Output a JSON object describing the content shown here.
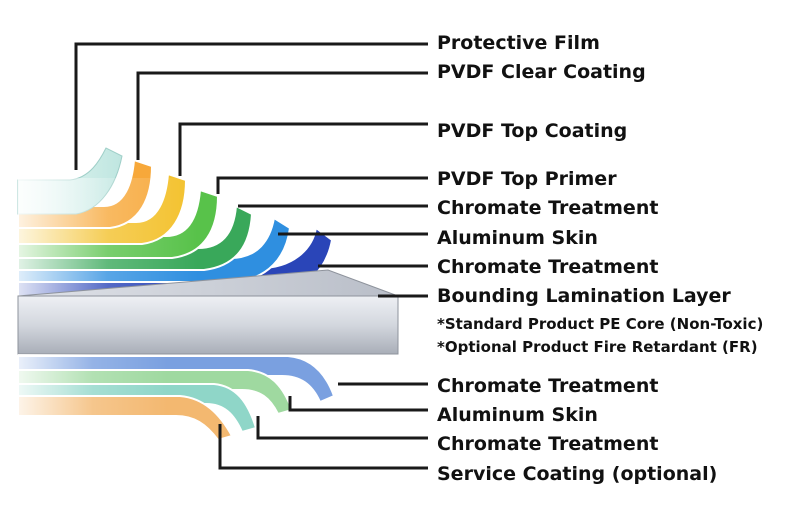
{
  "colors": {
    "protective_film": "#cdeee8",
    "pvdf_clear": "#f7a83a",
    "pvdf_top": "#f3c12c",
    "pvdf_primer": "#58c24a",
    "chromate_upper": "#39a85a",
    "aluminum_skin_upper": "#2f8fe0",
    "chromate_upper_2": "#2a45b8",
    "core": "#c9cdd6",
    "lower_chromate": "#7aa0e0",
    "lower_aluminum": "#9fd9a0",
    "lower_chromate_2": "#8fd6c8",
    "service_coating": "#f3b870",
    "leader_line": "#1a1a1a"
  },
  "labels": [
    "Protective Film",
    "PVDF Clear Coating",
    "PVDF Top Coating",
    "PVDF Top Primer",
    "Chromate Treatment",
    "Aluminum Skin",
    "Chromate Treatment",
    "Bounding Lamination Layer",
    "*Standard Product PE Core (Non-Toxic)",
    "*Optional Product Fire Retardant (FR)",
    "Chromate Treatment",
    "Aluminum Skin",
    "Chromate Treatment",
    "Service Coating (optional)"
  ]
}
